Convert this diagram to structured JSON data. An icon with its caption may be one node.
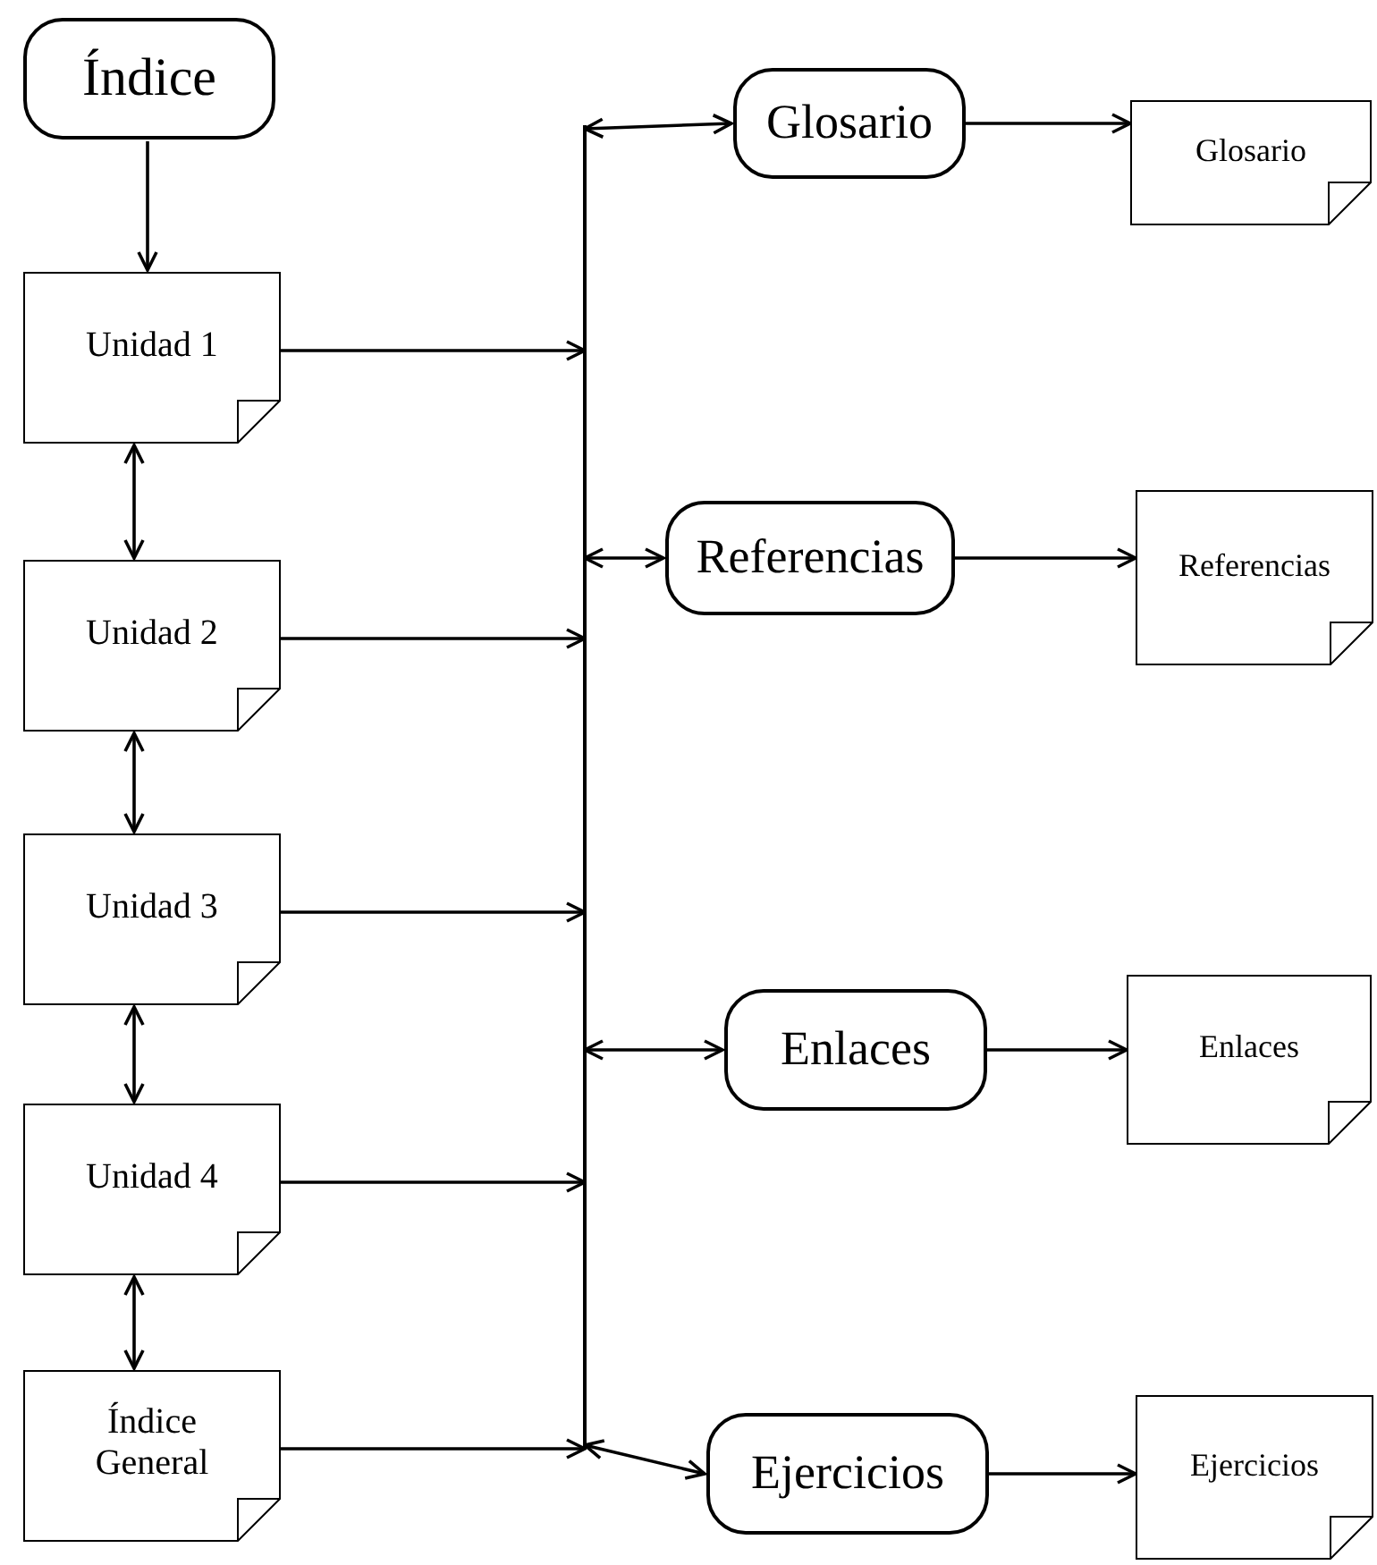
{
  "diagram": {
    "nodes": [
      {
        "text": [
          "Índice"
        ]
      },
      {
        "text": [
          "Unidad 1"
        ]
      },
      {
        "text": [
          "Unidad 2"
        ]
      },
      {
        "text": [
          "Unidad 3"
        ]
      },
      {
        "text": [
          "Unidad 4"
        ]
      },
      {
        "text": [
          "Índice General"
        ]
      },
      {
        "text": [],
        "shape": "bar"
      },
      {
        "text": [
          "Glosario"
        ]
      },
      {
        "text": [
          "Glosario"
        ]
      },
      {
        "text": [
          "Referencias"
        ]
      },
      {
        "text": [
          "Referencias"
        ]
      },
      {
        "text": [
          "Enlaces"
        ]
      },
      {
        "text": [
          "Enlaces"
        ]
      },
      {
        "text": [
          "Ejercicios"
        ]
      },
      {
        "text": [
          "Ejercicios"
        ]
      }
    ],
    "edges": [
      {
        "from": 0,
        "to": 1,
        "arrow": "to"
      },
      {
        "from": 1,
        "to": 2,
        "arrow": "both"
      },
      {
        "from": 2,
        "to": 3,
        "arrow": "both"
      },
      {
        "from": 3,
        "to": 4,
        "arrow": "both"
      },
      {
        "from": 4,
        "to": 5,
        "arrow": "both"
      },
      {
        "from": 1,
        "to": 6,
        "arrow": "to"
      },
      {
        "from": 2,
        "to": 6,
        "arrow": "to"
      },
      {
        "from": 3,
        "to": 6,
        "arrow": "to"
      },
      {
        "from": 4,
        "to": 6,
        "arrow": "to"
      },
      {
        "from": 5,
        "to": 6,
        "arrow": "to"
      },
      {
        "from": 6,
        "to": 7,
        "arrow": "both"
      },
      {
        "from": 6,
        "to": 9,
        "arrow": "both"
      },
      {
        "from": 6,
        "to": 11,
        "arrow": "both"
      },
      {
        "from": 6,
        "to": 13,
        "arrow": "both"
      },
      {
        "from": 7,
        "to": 8,
        "arrow": "to"
      },
      {
        "from": 9,
        "to": 10,
        "arrow": "to"
      },
      {
        "from": 11,
        "to": 12,
        "arrow": "to"
      },
      {
        "from": 13,
        "to": 14,
        "arrow": "to"
      }
    ]
  }
}
